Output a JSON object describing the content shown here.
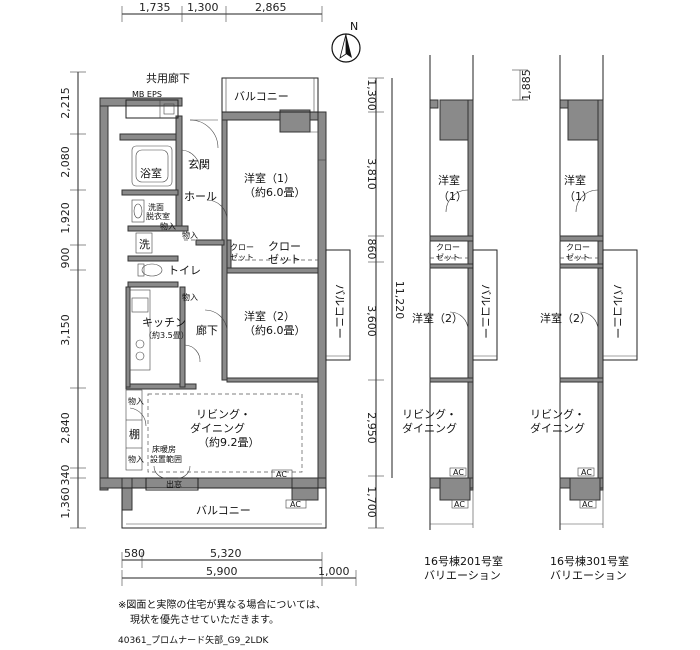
{
  "dimensions": {
    "top": [
      "1,735",
      "1,300",
      "2,865"
    ],
    "left": [
      "2,215",
      "2,080",
      "1,920",
      "900",
      "3,150",
      "2,840",
      "340",
      "1,360"
    ],
    "mid": [
      "1,300",
      "3,810",
      "860",
      "3,600",
      "2,950",
      "1,700"
    ],
    "mid_total": "11,220",
    "bottom_top": [
      "580",
      "5,320"
    ],
    "bottom_total": "5,900",
    "bottom_right": "1,000",
    "var_top": "1,885"
  },
  "compass": "N",
  "rooms": {
    "shared_corridor": "共用廊下",
    "mb_eps": "MB EPS",
    "balcony": "バルコニー",
    "entrance": "玄関",
    "bath": "浴室",
    "hall": "ホール",
    "western1": "洋室（1）",
    "western1_size": "（約6.0畳）",
    "wash1": "洗面",
    "wash2": "脱衣室",
    "storage": "物入",
    "washer": "洗",
    "closet1": "クロー",
    "closet2": "ゼット",
    "closet_wide": "クロー",
    "closet_wide2": "ゼット",
    "toilet": "トイレ",
    "kitchen": "キッチン",
    "kitchen_size": "（約3.5畳）",
    "corridor": "廊下",
    "western2": "洋室（2）",
    "western2_size": "（約6.0畳）",
    "living1": "リビング・",
    "living2": "ダイニング",
    "living_size": "（約9.2畳）",
    "heat1": "床暖房",
    "heat2": "設置範囲",
    "shelf": "棚",
    "window": "出窓",
    "ac": "AC"
  },
  "variations": [
    {
      "caption1": "16号棟201号室",
      "caption2": "バリエーション",
      "w1a": "洋室",
      "w1b": "（1）",
      "w2": "洋室（2）",
      "closet1": "クロー",
      "closet2": "ゼット",
      "balcony": "バルコニー",
      "living1": "リビング・",
      "living2": "ダイニング",
      "ac": "AC"
    },
    {
      "caption1": "16号棟301号室",
      "caption2": "バリエーション",
      "w1a": "洋室",
      "w1b": "（1）",
      "w2": "洋室（2）",
      "closet1": "クロー",
      "closet2": "ゼット",
      "balcony": "バルコニー",
      "living1": "リビング・",
      "living2": "ダイニング",
      "ac": "AC"
    }
  ],
  "notes": {
    "line1": "※図面と実際の住宅が異なる場合については、",
    "line2": "現状を優先させていただきます。",
    "footer": "40361_プロムナード矢部_G9_2LDK"
  }
}
